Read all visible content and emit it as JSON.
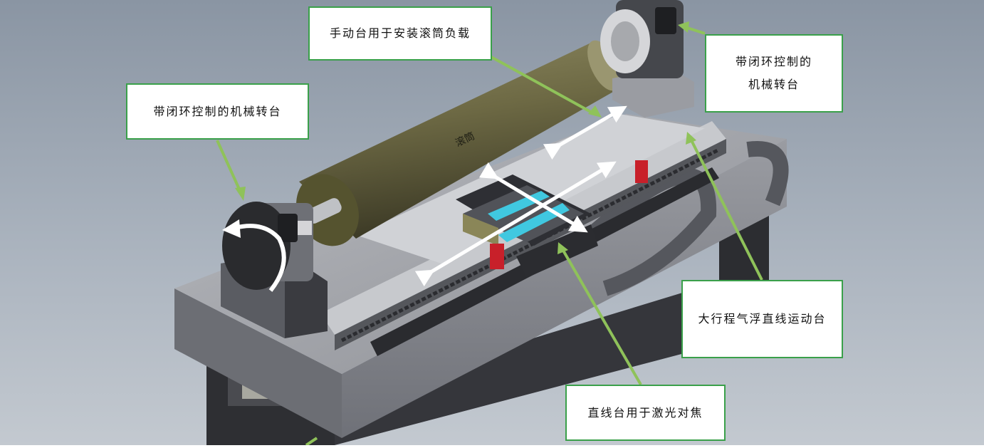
{
  "diagram": {
    "labels": {
      "manual_stage": "手动台用于安装滚筒负载",
      "rotary_left": "带闭环控制的机械转台",
      "rotary_right_line1": "带闭环控制的",
      "rotary_right_line2": "机械转台",
      "air_bearing_stage": "大行程气浮直线运动台",
      "focus_stage": "直线台用于激光对焦",
      "drum": "滚筒"
    },
    "colors": {
      "background": "#9aa4b0",
      "leader_line": "#8fc25a",
      "box_border": "#3aa04a",
      "drum": "#6e6a45",
      "machine_dark": "#3c3c40",
      "machine_mid": "#7b7d83",
      "accent_red": "#c8202a",
      "accent_cyan": "#40c8e0",
      "arrow": "#ffffff"
    }
  }
}
